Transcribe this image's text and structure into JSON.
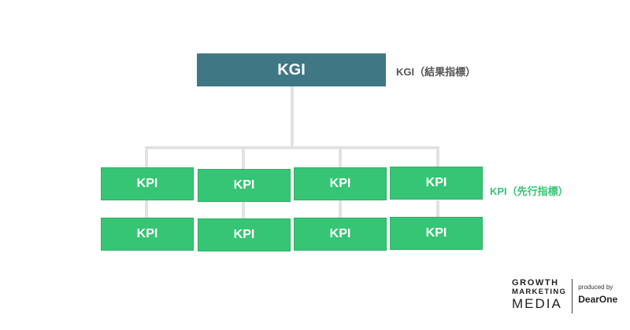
{
  "kgi": {
    "box_label": "KGI",
    "side_label": "KGI（結果指標）"
  },
  "kpi": {
    "side_label": "KPI（先行指標）",
    "columns": [
      {
        "top": "KPI",
        "bottom": "KPI"
      },
      {
        "top": "KPI",
        "bottom": "KPI"
      },
      {
        "top": "KPI",
        "bottom": "KPI"
      },
      {
        "top": "KPI",
        "bottom": "KPI"
      }
    ]
  },
  "logo": {
    "line1": "GROWTH",
    "line2": "MARKETING",
    "line3": "MEDIA",
    "produced_by": "produced by",
    "brand": "DearOne"
  },
  "colors": {
    "kgi_box": "#3f7784",
    "kpi_box": "#36c575",
    "connector": "#e2e2e2",
    "kgi_label": "#555555",
    "kpi_label": "#36c575"
  }
}
